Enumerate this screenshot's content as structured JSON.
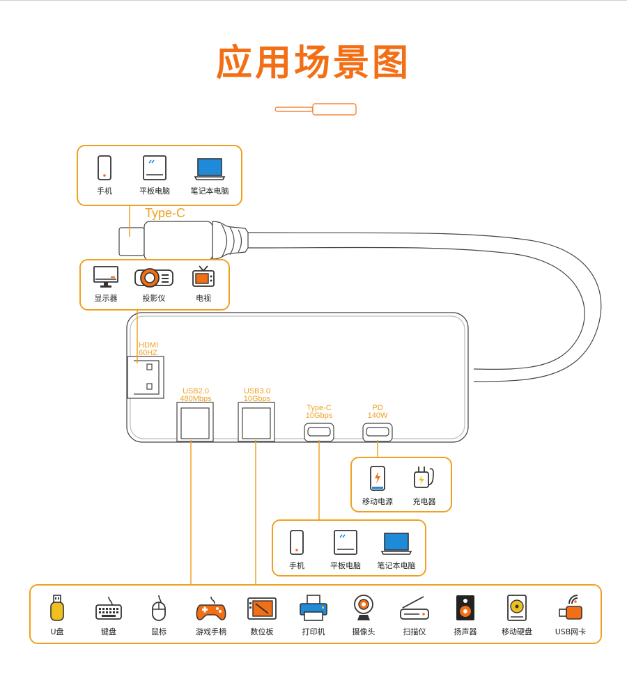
{
  "title": "应用场景图",
  "cable_label": "Type-C",
  "top_devices": [
    {
      "label": "手机",
      "icon": "phone-icon"
    },
    {
      "label": "平板电脑",
      "icon": "tablet-icon"
    },
    {
      "label": "笔记本电脑",
      "icon": "laptop-icon"
    }
  ],
  "display_devices": [
    {
      "label": "显示器",
      "icon": "monitor-icon"
    },
    {
      "label": "投影仪",
      "icon": "projector-icon"
    },
    {
      "label": "电视",
      "icon": "tv-icon"
    }
  ],
  "ports": {
    "hdmi": {
      "name": "HDMI",
      "spec": "60HZ"
    },
    "usb2": {
      "name": "USB2.0",
      "spec": "480Mbps"
    },
    "usb3": {
      "name": "USB3.0",
      "spec": "10Gbps"
    },
    "typec": {
      "name": "Type-C",
      "spec": "10Gbps"
    },
    "pd": {
      "name": "PD",
      "spec": "140W"
    }
  },
  "pd_devices": [
    {
      "label": "移动电源",
      "icon": "power-bank-icon"
    },
    {
      "label": "充电器",
      "icon": "charger-icon"
    }
  ],
  "typec_devices": [
    {
      "label": "手机",
      "icon": "phone-icon"
    },
    {
      "label": "平板电脑",
      "icon": "tablet-icon"
    },
    {
      "label": "笔记本电脑",
      "icon": "laptop-icon"
    }
  ],
  "usb_devices": [
    {
      "label": "U盘",
      "icon": "usb-drive-icon"
    },
    {
      "label": "键盘",
      "icon": "keyboard-icon"
    },
    {
      "label": "鼠标",
      "icon": "mouse-icon"
    },
    {
      "label": "游戏手柄",
      "icon": "gamepad-icon"
    },
    {
      "label": "数位板",
      "icon": "drawing-tablet-icon"
    },
    {
      "label": "打印机",
      "icon": "printer-icon"
    },
    {
      "label": "摄像头",
      "icon": "webcam-icon"
    },
    {
      "label": "扫描仪",
      "icon": "scanner-icon"
    },
    {
      "label": "扬声器",
      "icon": "speaker-icon"
    },
    {
      "label": "移动硬盘",
      "icon": "external-drive-icon"
    },
    {
      "label": "USB网卡",
      "icon": "wifi-adapter-icon"
    }
  ],
  "colors": {
    "accent": "#f36f16",
    "frame": "#f0a020",
    "icon_blue": "#1f8ad8",
    "outline": "#333333"
  }
}
